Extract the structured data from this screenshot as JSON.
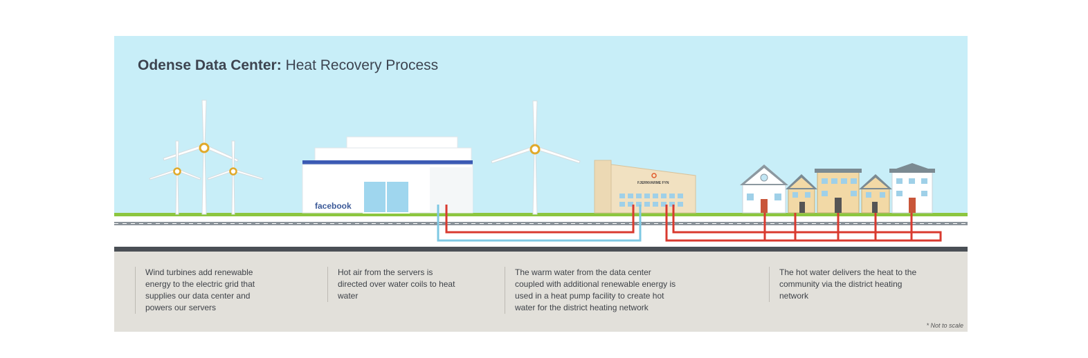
{
  "title": {
    "bold": "Odense Data Center:",
    "regular": " Heat Recovery Process"
  },
  "data_center": {
    "logo": "facebook"
  },
  "heat_pump_facility": {
    "sign": "FJERNVARME FYN"
  },
  "captions": [
    {
      "text": "Wind turbines add renewable energy to the electric grid that supplies our data center and powers our servers"
    },
    {
      "text": "Hot air from the servers is directed over water coils to heat water"
    },
    {
      "text": "The warm water from the data center coupled with additional renewable energy is used in a heat pump facility to create hot water for the district heating network"
    },
    {
      "text": "The hot water delivers the heat to the community via the district heating network"
    }
  ],
  "note": "* Not to scale",
  "colors": {
    "sky": "#c8eef8",
    "grass": "#8cc63f",
    "warm_pipe": "#d93a2f",
    "cool_pipe": "#7ec8e3",
    "brand": "#3b5998"
  }
}
